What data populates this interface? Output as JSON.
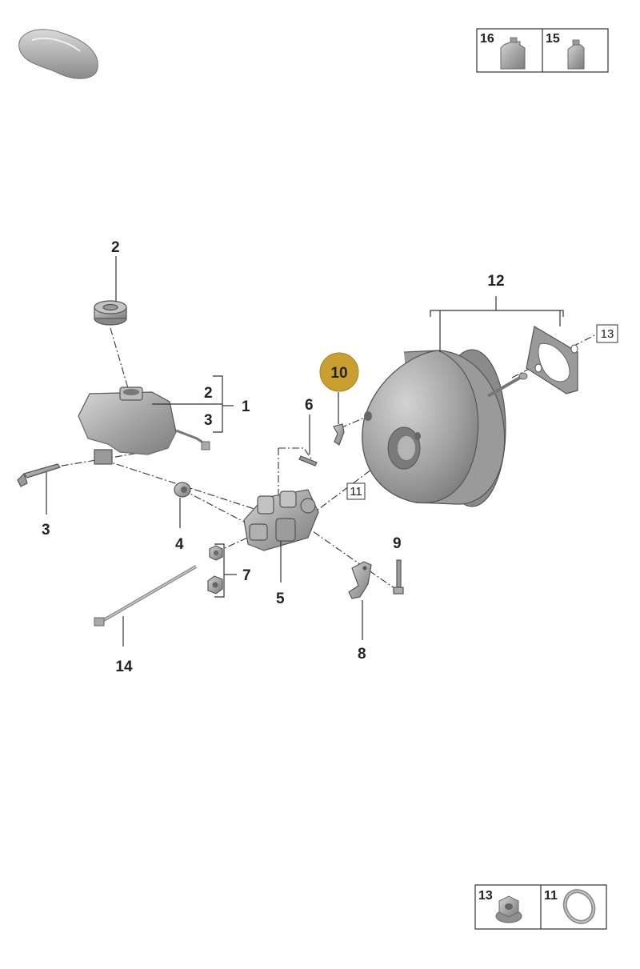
{
  "callouts": {
    "reservoir_cap": "2",
    "reservoir": "1",
    "reservoir_sub_a": "2",
    "reservoir_sub_b": "3",
    "pin": "3",
    "grommet": "4",
    "master_cylinder": "5",
    "stud": "6",
    "nut_set": "7",
    "bracket": "8",
    "bolt": "9",
    "highlighted_part": "10",
    "seal_ref": "11",
    "brake_booster": "12",
    "nut_ref": "13",
    "pushrod": "14"
  },
  "top_legend": [
    {
      "label": "16",
      "icon": "fluid-bottle-large-icon"
    },
    {
      "label": "15",
      "icon": "fluid-bottle-small-icon"
    }
  ],
  "bottom_legend": [
    {
      "label": "13",
      "icon": "flange-nut-icon"
    },
    {
      "label": "11",
      "icon": "seal-ring-icon"
    }
  ],
  "colors": {
    "highlight": "#C9A030",
    "part_gray": "#A8A8A8",
    "line": "#333333"
  }
}
